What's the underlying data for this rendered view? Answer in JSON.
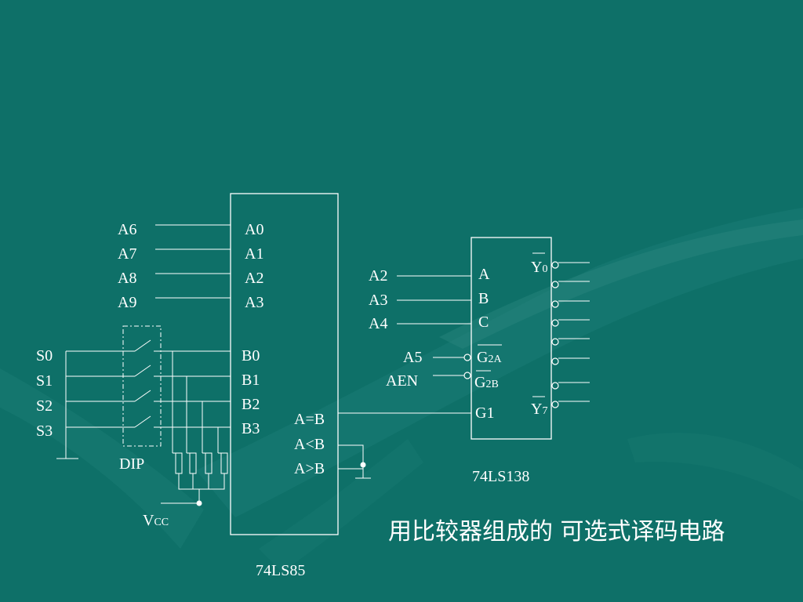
{
  "title": "用比较器组成的 可选式译码电路",
  "comparator": {
    "part": "74LS85",
    "inputs_a": [
      "A0",
      "A1",
      "A2",
      "A3"
    ],
    "inputs_b": [
      "B0",
      "B1",
      "B2",
      "B3"
    ],
    "outputs": [
      "A=B",
      "A<B",
      "A>B"
    ],
    "address_lines": [
      "A6",
      "A7",
      "A8",
      "A9"
    ]
  },
  "switches": {
    "labels": [
      "S0",
      "S1",
      "S2",
      "S3"
    ],
    "dip_label": "DIP",
    "vcc": {
      "main": "V",
      "rest": "CC"
    }
  },
  "decoder": {
    "part": "74LS138",
    "select_inputs": [
      "A",
      "B",
      "C"
    ],
    "address_lines": [
      "A2",
      "A3",
      "A4"
    ],
    "enable_lines": [
      "A5",
      "AEN"
    ],
    "enable_pins": [
      {
        "main": "G",
        "sub": "2A"
      },
      {
        "main": "G",
        "sub": "2B"
      }
    ],
    "g1_label": "G1",
    "output_first": {
      "main": "Y",
      "sub": "0"
    },
    "output_last": {
      "main": "Y",
      "sub": "7"
    }
  }
}
